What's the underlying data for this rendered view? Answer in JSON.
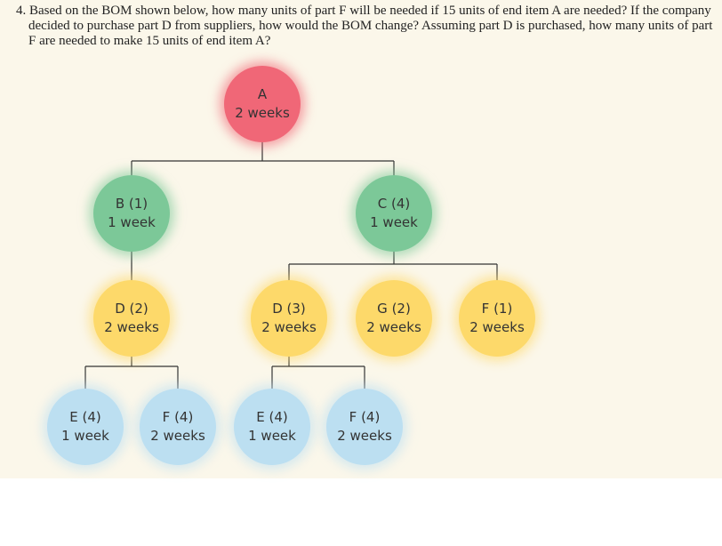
{
  "question": "4. Based on the BOM shown below, how many units of part F will be needed if 15 units of end item A are needed? If the company decided to purchase part D from suppliers, how would the BOM change? Assuming part D is purchased, how many units of part F are needed to make 15 units of end item A?",
  "colors": {
    "red": "#f06777",
    "green": "#7cc898",
    "yellow": "#fdd96a",
    "blue": "#bcdff1",
    "background": "#fbf7ea"
  },
  "nodes": {
    "a": {
      "label": "A",
      "lead_time": "2 weeks"
    },
    "b": {
      "label": "B (1)",
      "lead_time": "1 week"
    },
    "c": {
      "label": "C (4)",
      "lead_time": "1 week"
    },
    "d1": {
      "label": "D (2)",
      "lead_time": "2 weeks"
    },
    "d2": {
      "label": "D (3)",
      "lead_time": "2 weeks"
    },
    "g": {
      "label": "G (2)",
      "lead_time": "2 weeks"
    },
    "f1": {
      "label": "F (1)",
      "lead_time": "2 weeks"
    },
    "e1": {
      "label": "E (4)",
      "lead_time": "1 week"
    },
    "f2": {
      "label": "F (4)",
      "lead_time": "2 weeks"
    },
    "e2": {
      "label": "E (4)",
      "lead_time": "1 week"
    },
    "f3": {
      "label": "F (4)",
      "lead_time": "2 weeks"
    }
  }
}
